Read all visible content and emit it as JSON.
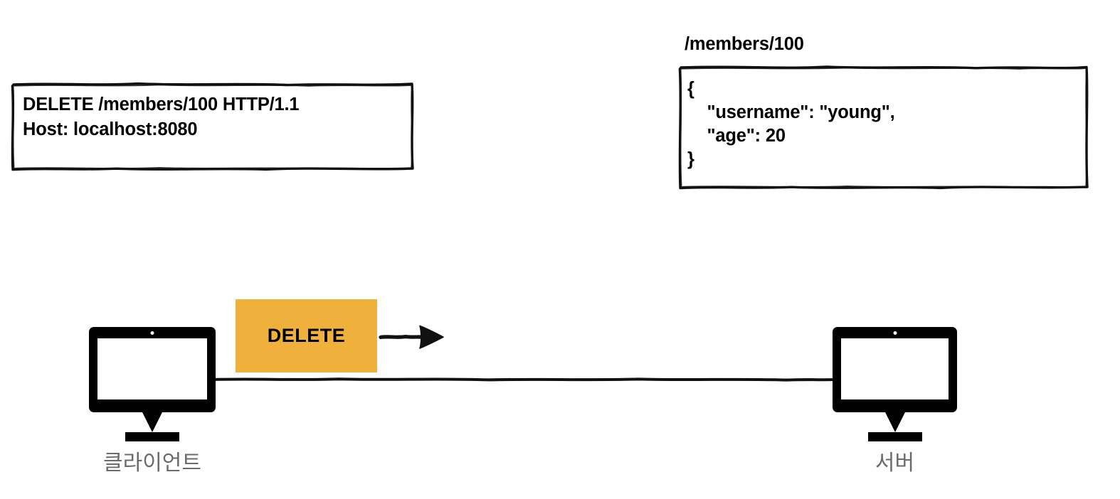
{
  "diagram": {
    "title": "HTTP DELETE request to a REST resource",
    "colors": {
      "badge_background": "#f0b03c",
      "stroke": "#000000",
      "node_label": "#6b6b6b",
      "page_background": "#ffffff"
    }
  },
  "request_box": {
    "name": "http-request",
    "request_line": "DELETE /members/100 HTTP/1.1",
    "host_header": "Host: localhost:8080",
    "text": "DELETE /members/100 HTTP/1.1\nHost: localhost:8080"
  },
  "resource": {
    "label": "/members/100",
    "body": "{\n    \"username\": \"young\",\n    \"age\": 20\n}",
    "fields": [
      {
        "key": "username",
        "value": "young"
      },
      {
        "key": "age",
        "value": "20"
      }
    ]
  },
  "method_badge": {
    "label": "DELETE",
    "color": "#f0b03c"
  },
  "nodes": {
    "client": {
      "label": "클라이언트",
      "icon": "monitor-icon"
    },
    "server": {
      "label": "서버",
      "icon": "monitor-icon"
    }
  },
  "arrow": {
    "name": "request-arrow",
    "direction": "client-to-server"
  }
}
